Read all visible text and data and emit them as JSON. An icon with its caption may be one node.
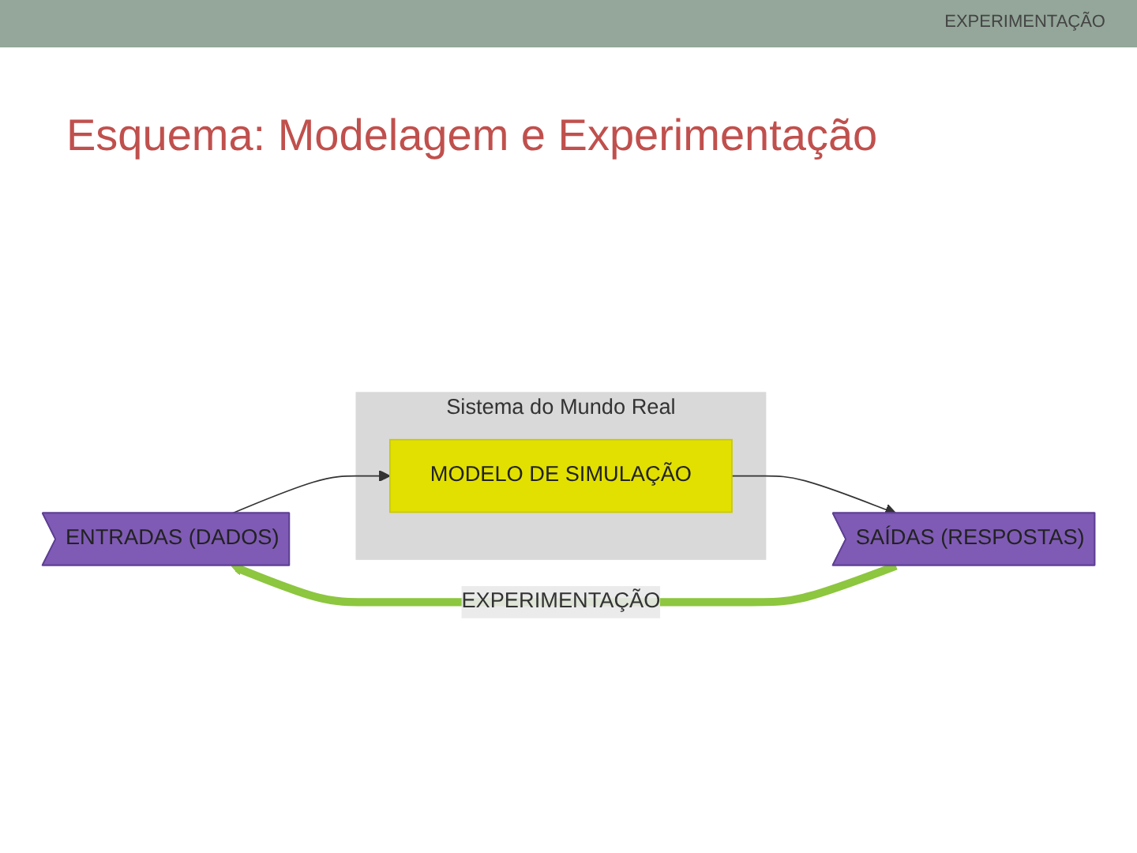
{
  "diagram": {
    "title": "Esquema: Modelagem e Experimentação",
    "nodes": [
      {
        "text": [
          "ENTRADAS (DADOS)"
        ]
      },
      {
        "text": [
          "Sistema do Mundo Real"
        ]
      },
      {
        "text": [
          "MODELO DE SIMULAÇÃO"
        ],
        "in": 1
      },
      {
        "text": [
          "SAÍDAS (RESPOSTAS)"
        ]
      }
    ],
    "edges": [
      {
        "from": 0,
        "to": 2,
        "arrow": "to"
      },
      {
        "from": 2,
        "to": 3,
        "arrow": "to"
      },
      {
        "from": 3,
        "to": 0,
        "arrow": "to",
        "label": "EXPERIMENTAÇÃO",
        "style": "thick",
        "color": "#8dc63f"
      }
    ],
    "labels": [
      "EXPERIMENTAÇÃO"
    ]
  }
}
